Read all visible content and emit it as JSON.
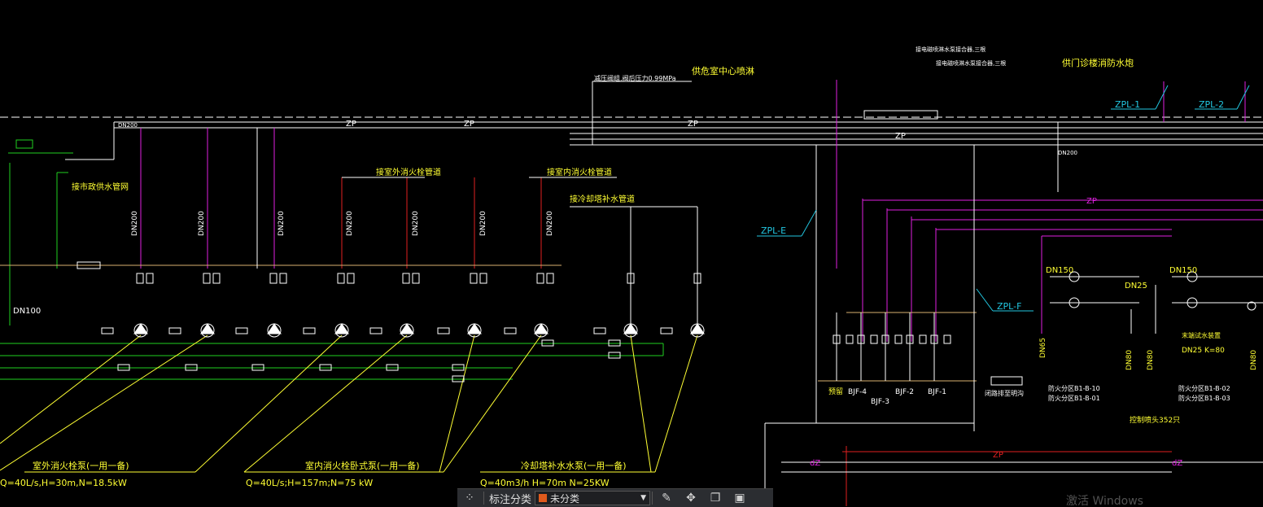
{
  "colors": {
    "background": "#000000",
    "main_pipe": "#ffffff",
    "magenta_pipe": "#e020e0",
    "red_pipe": "#e02020",
    "green_pipe": "#20d020",
    "yellow_text": "#ffff33",
    "cyan_label": "#22c6e0",
    "tan_line": "#d8b070"
  },
  "labels": {
    "supply_center": "供危室中心喷淋",
    "city_water": "接市政供水管网",
    "outdoor_hydrant_pipe": "接室外消火栓管道",
    "indoor_hydrant_pipe": "接室内消火栓管道",
    "cooling_tower_pipe": "接冷却塔补水管道",
    "fire_monitor": "供门诊楼消防水炮",
    "pressure_note": "减压阀组,阀后压力0.99MPa",
    "top_note_1": "接电磁喷淋水泵接合器,三根",
    "top_note_2": "接电磁喷淋水泵接合器,三根",
    "zpl1": "ZPL-1",
    "zpl2": "ZPL-2",
    "zple": "ZPL-E",
    "zplf": "ZPL-F",
    "bjf4": "BJF-4",
    "bjf3": "BJF-3",
    "bjf2": "BJF-2",
    "bjf1": "BJF-1",
    "reserved": "预留",
    "alarm_valve": "闭路排至明沟",
    "dn25": "DN25",
    "dn100_left": "DN100",
    "dn65": "DN65",
    "dn80": "DN80",
    "end_device": "末端试水装置",
    "end_device_spec": "DN25  K=80",
    "zone_1": "防火分区B1-B-10",
    "zone_2": "防火分区B1-B-01",
    "zone_3": "防火分区B1-B-02",
    "zone_4": "防火分区B1-B-03",
    "sprinkler_count": "控制喷头352只",
    "pump_group_1": "室外消火栓泵(一用一备)",
    "pump_group_1_spec": "Q=40L/s,H=30m,N=18.5kW",
    "pump_group_2": "室内消火栓卧式泵(一用一备)",
    "pump_group_2_spec": "Q=40L/s;H=157m;N=75  kW",
    "pump_group_3": "冷却塔补水水泵(一用一备)",
    "pump_group_3_spec": "Q=40m3/h  H=70m  N=25KW",
    "zp": "ZP",
    "dn200": "DN200",
    "dn150": "DN150",
    "dz": "dZ",
    "watermark": "激活 Windows"
  },
  "toolbar": {
    "category_label": "标注分类",
    "category_value": "未分类",
    "category_color": "#e05a1c"
  }
}
